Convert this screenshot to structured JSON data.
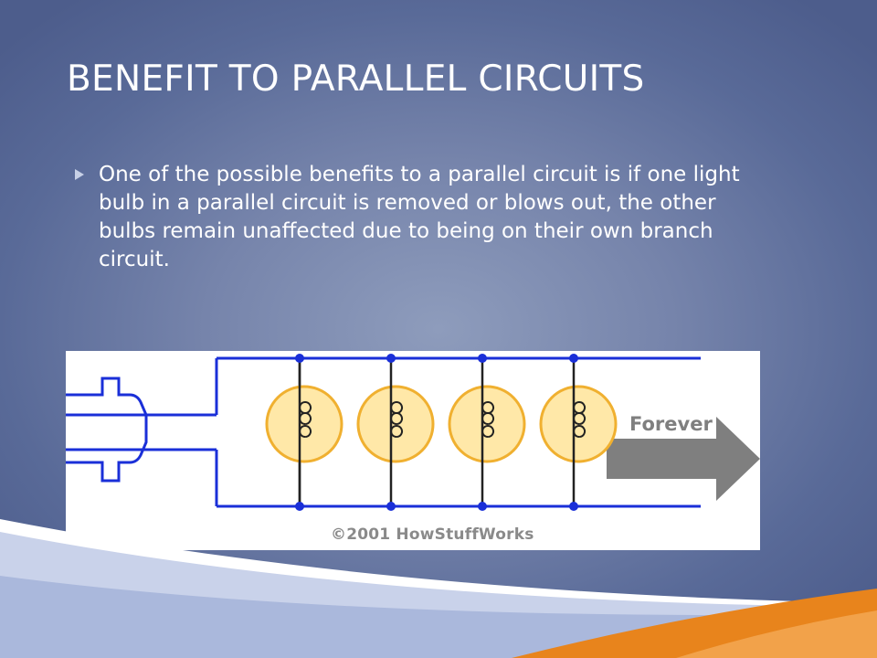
{
  "slide": {
    "title": "BENEFIT TO PARALLEL CIRCUITS",
    "bullets": [
      "One of the possible benefits to a parallel circuit is if one light bulb in a parallel circuit is removed or blows out, the other bulbs remain unaffected due to being on their own branch circuit."
    ]
  },
  "diagram": {
    "arrow_label": "Forever",
    "copyright": "©2001 HowStuffWorks",
    "bulb_count": 4,
    "colors": {
      "wire": "#1a2fd8",
      "branch_wire": "#222222",
      "bulb_fill": "#ffe8a8",
      "bulb_stroke": "#f0b030",
      "arrow": "#7f7f7f"
    }
  },
  "theme": {
    "background": "#6e7ea8",
    "accent_orange": "#e8841c",
    "accent_light": "#e8ecf6"
  }
}
